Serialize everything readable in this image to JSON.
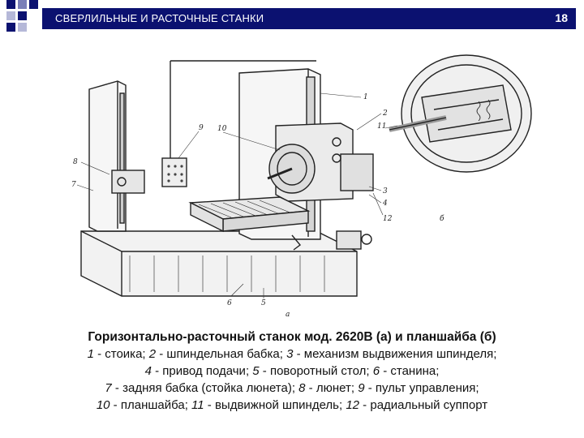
{
  "header": {
    "title": "СВЕРЛИЛЬНЫЕ И РАСТОЧНЫЕ СТАНКИ",
    "slide_number": "18",
    "bar_color": "#0b1170"
  },
  "figure": {
    "callouts": [
      "1",
      "2",
      "3",
      "4",
      "5",
      "6",
      "7",
      "8",
      "9",
      "10",
      "11",
      "12"
    ],
    "sub_label_a": "a",
    "sub_label_b": "б"
  },
  "caption": {
    "title": "Горизонтально-расточный станок мод. 2620В (а) и планшайба (б)",
    "lines": [
      [
        {
          "num": "1",
          "text": " - стоика; "
        },
        {
          "num": "2",
          "text": " - шпиндельная бабка; "
        },
        {
          "num": "3",
          "text": " - механизм выдвижения шпинделя;"
        }
      ],
      [
        {
          "num": "4",
          "text": " - привод подачи; "
        },
        {
          "num": "5",
          "text": " - поворотный стол; "
        },
        {
          "num": "6",
          "text": " - станина;"
        }
      ],
      [
        {
          "num": "7",
          "text": " - задняя бабка (стойка люнета); "
        },
        {
          "num": "8",
          "text": " - люнет; "
        },
        {
          "num": "9",
          "text": " - пульт управления;"
        }
      ],
      [
        {
          "num": "10",
          "text": " - планшайба; "
        },
        {
          "num": "11",
          "text": " - выдвижной шпиндель; "
        },
        {
          "num": "12",
          "text": " - радиальный суппорт"
        }
      ]
    ]
  }
}
